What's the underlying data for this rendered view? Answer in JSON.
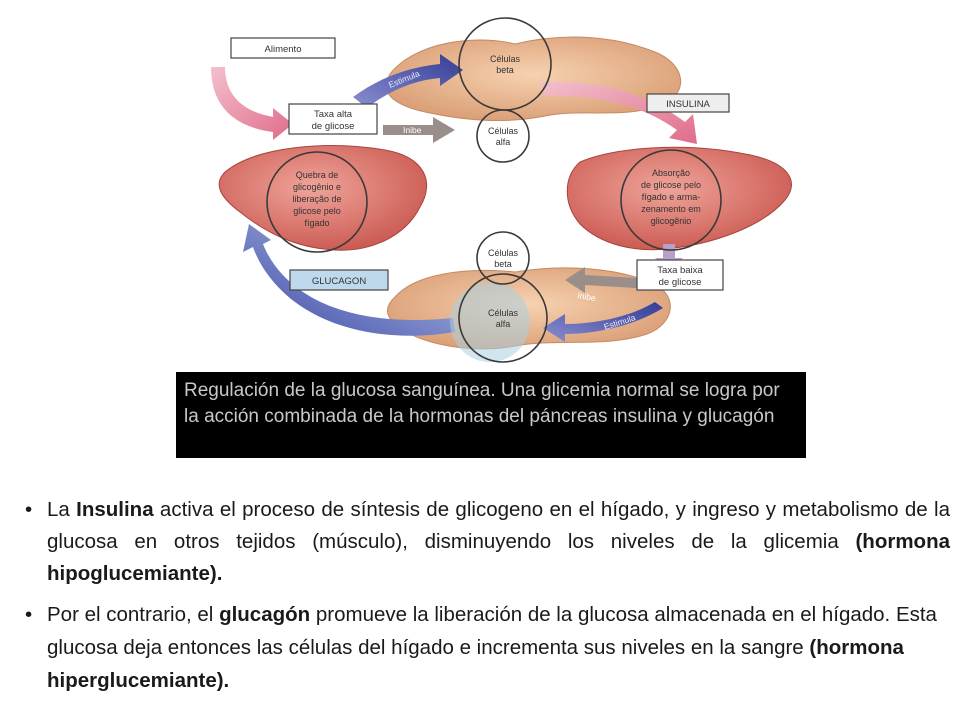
{
  "diagram": {
    "boxes": {
      "alimento": "Alimento",
      "taxa_alta": [
        "Taxa alta",
        "de glicose"
      ],
      "insulina": "INSULINA",
      "glucagon": "GLUCAGON",
      "taxa_baixa": [
        "Taxa baixa",
        "de glicose"
      ]
    },
    "circles": {
      "celulas_beta_top": [
        "Células",
        "beta"
      ],
      "celulas_alfa_top": [
        "Células",
        "alfa"
      ],
      "celulas_beta_bottom": [
        "Células",
        "beta"
      ],
      "celulas_alfa_bottom": [
        "Células",
        "alfa"
      ],
      "liver_left": [
        "Quebra de",
        "glicogênio e",
        "liberação de",
        "glicose pelo",
        "fígado"
      ],
      "liver_right": [
        "Absorção",
        "de glicose pelo",
        "fígado e arma-",
        "zenamento em",
        "glicogênio"
      ]
    },
    "arrow_labels": {
      "estimula_top": "Estimula",
      "inibe_top": "Inibe",
      "inibe_bottom": "Inibe",
      "estimula_bottom": "Estimula"
    },
    "colors": {
      "pancreas": "#e9b48c",
      "liver": "#d9706a",
      "arrow_pink": "#e8849b",
      "arrow_blue": "#4a52a8",
      "arrow_grey": "#9a8e8a",
      "arrow_lightblue": "#8ab8d8"
    }
  },
  "caption": "Regulación de la glucosa sanguínea. Una glicemia normal se logra por la acción combinada de la hormonas del páncreas insulina y glucagón",
  "bullets": [
    {
      "marker": "•",
      "t1": "La ",
      "b1": "Insulina",
      "t2": "  activa el proceso de síntesis de glicogeno en el hígado, y  ingreso y metabolismo de la glucosa en otros tejidos (músculo),  disminuyendo los niveles de la glicemia ",
      "b2": "(hormona hipoglucemiante)."
    },
    {
      "marker": "•",
      "t1": "Por el contrario, el ",
      "b1": "glucagón",
      "t2": " promueve la liberación de la glucosa almacenada en el hígado. Esta glucosa deja entonces las células del hígado  e incrementa sus niveles en la sangre ",
      "b2": "(hormona hiperglucemiante)."
    }
  ]
}
